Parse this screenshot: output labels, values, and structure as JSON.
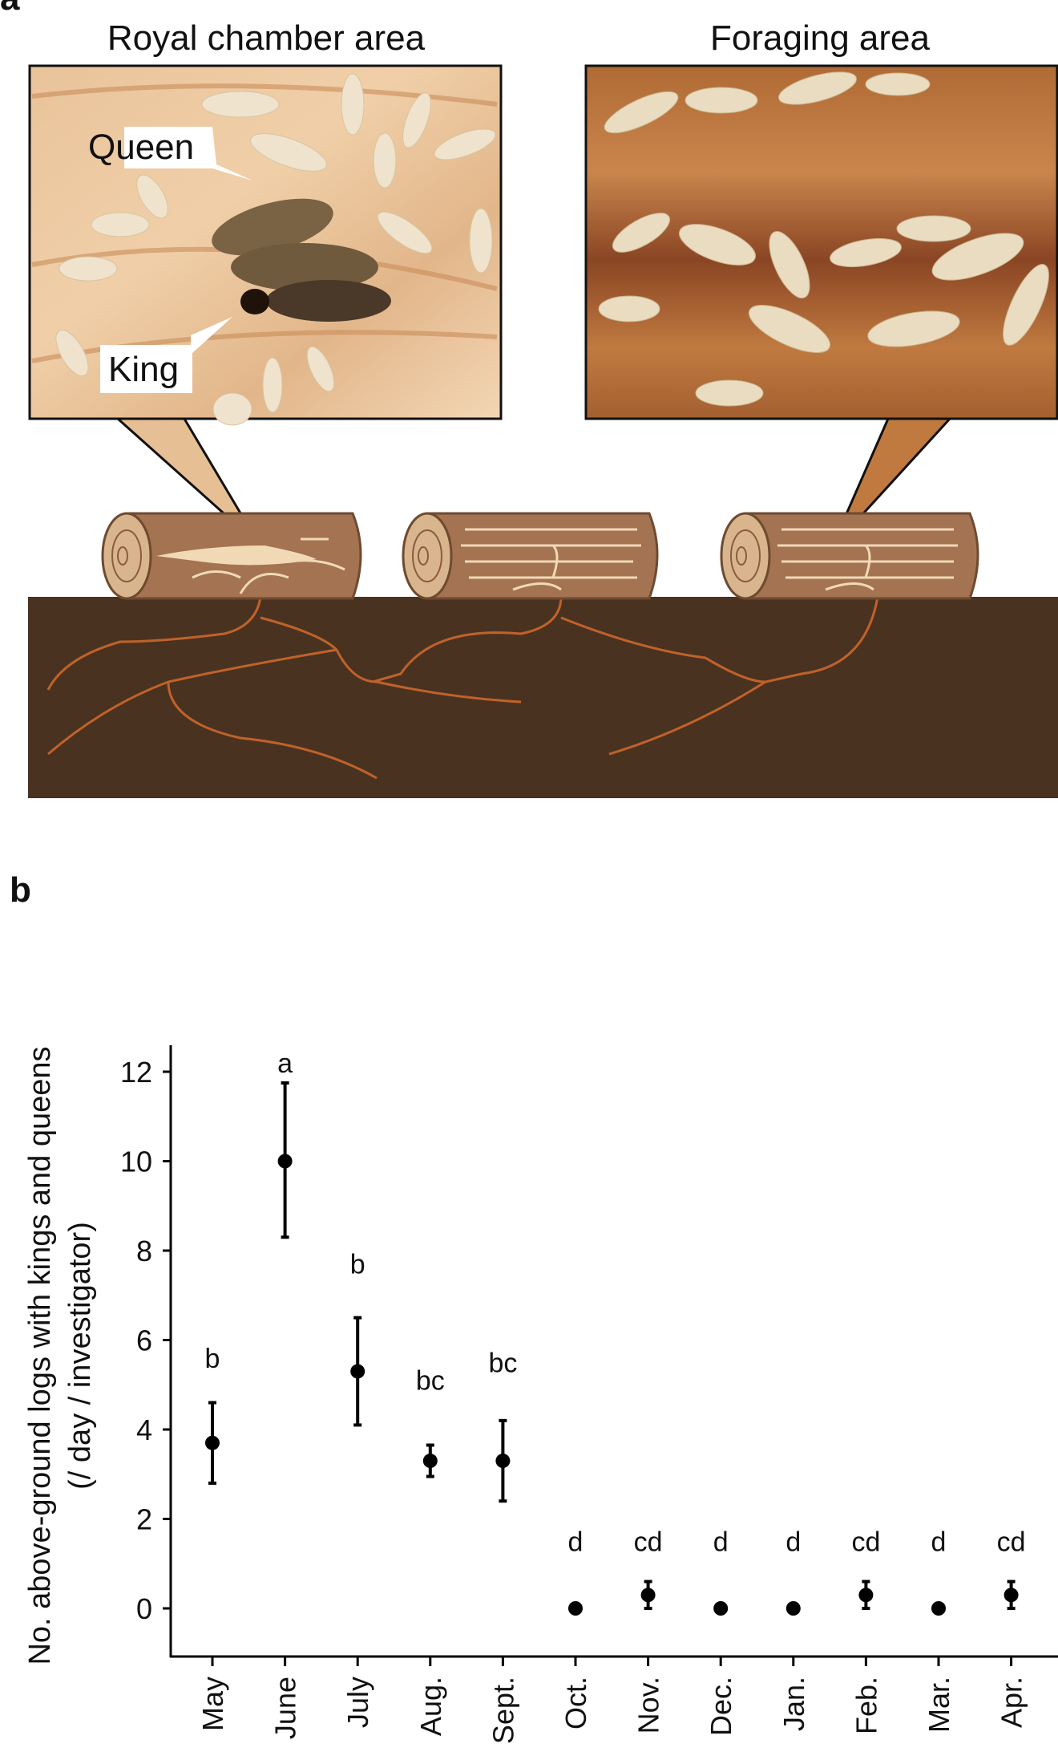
{
  "panel_a": {
    "label": "a",
    "left_title": "Royal chamber area",
    "right_title": "Foraging area",
    "callout_queen": "Queen",
    "callout_king": "King"
  },
  "panel_b": {
    "label": "b"
  },
  "chart_data": {
    "type": "scatter",
    "ylabel_line1": "No. above-ground logs with kings and queens",
    "ylabel_line2": "(/ day / investigator)",
    "xlabel": "",
    "ylim": [
      -1,
      12.5
    ],
    "yticks": [
      "0",
      "2",
      "4",
      "6",
      "8",
      "10",
      "12"
    ],
    "ytick_values": [
      0,
      2,
      4,
      6,
      8,
      10,
      12
    ],
    "categories": [
      "May",
      "June",
      "July",
      "Aug.",
      "Sept.",
      "Oct.",
      "Nov.",
      "Dec.",
      "Jan.",
      "Feb.",
      "Mar.",
      "Apr."
    ],
    "values": [
      3.7,
      10,
      5.3,
      3.3,
      3.3,
      0,
      0.3,
      0,
      0,
      0.3,
      0,
      0.3
    ],
    "error_low": [
      2.8,
      8.3,
      4.1,
      2.95,
      2.4,
      0,
      0,
      0,
      0,
      0,
      0,
      0
    ],
    "error_high": [
      4.6,
      11.75,
      6.5,
      3.65,
      4.2,
      0,
      0.6,
      0,
      0,
      0.6,
      0,
      0.6
    ],
    "significance": [
      "b",
      "a",
      "b",
      "bc",
      "bc",
      "d",
      "cd",
      "d",
      "d",
      "cd",
      "d",
      "cd"
    ],
    "significance_y": [
      5.6,
      12.2,
      7.7,
      5.1,
      5.5,
      1.5,
      1.5,
      1.5,
      1.5,
      1.5,
      1.5,
      1.5
    ],
    "grid": false,
    "colors": {
      "point": "#000000"
    }
  }
}
